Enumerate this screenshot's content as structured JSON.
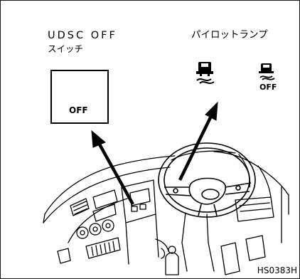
{
  "switch": {
    "title": "UDSC OFF",
    "subtitle": "スイッチ",
    "button_text": "OFF"
  },
  "pilot_lamp": {
    "title": "パイロットランプ",
    "off_text": "OFF"
  },
  "figure_code": "HS0383H",
  "colors": {
    "line": "#000000",
    "background": "#ffffff"
  },
  "icons": [
    "skid-truck-icon",
    "arrow-up-icon"
  ]
}
